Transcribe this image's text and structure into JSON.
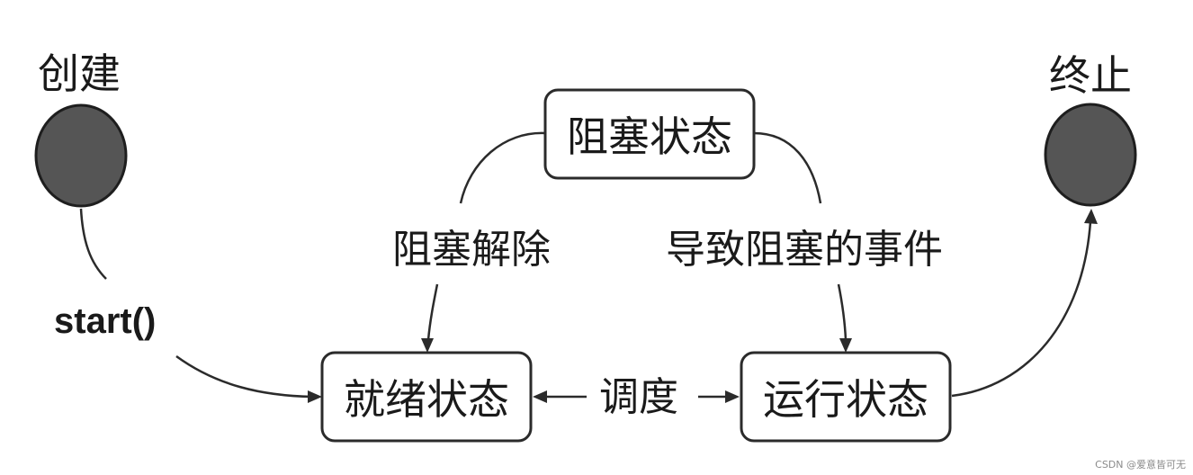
{
  "nodes": {
    "create": {
      "label": "创建"
    },
    "terminate": {
      "label": "终止"
    },
    "blocked": {
      "label": "阻塞状态"
    },
    "ready": {
      "label": "就绪状态"
    },
    "running": {
      "label": "运行状态"
    }
  },
  "edges": {
    "start": {
      "label": "start()"
    },
    "unblock": {
      "label": "阻塞解除"
    },
    "block_event": {
      "label": "导致阻塞的事件"
    },
    "schedule": {
      "label": "调度"
    }
  },
  "colors": {
    "terminal_fill": "#555555",
    "stroke": "#2b2b2b"
  },
  "watermark": "CSDN @爱意皆可无"
}
